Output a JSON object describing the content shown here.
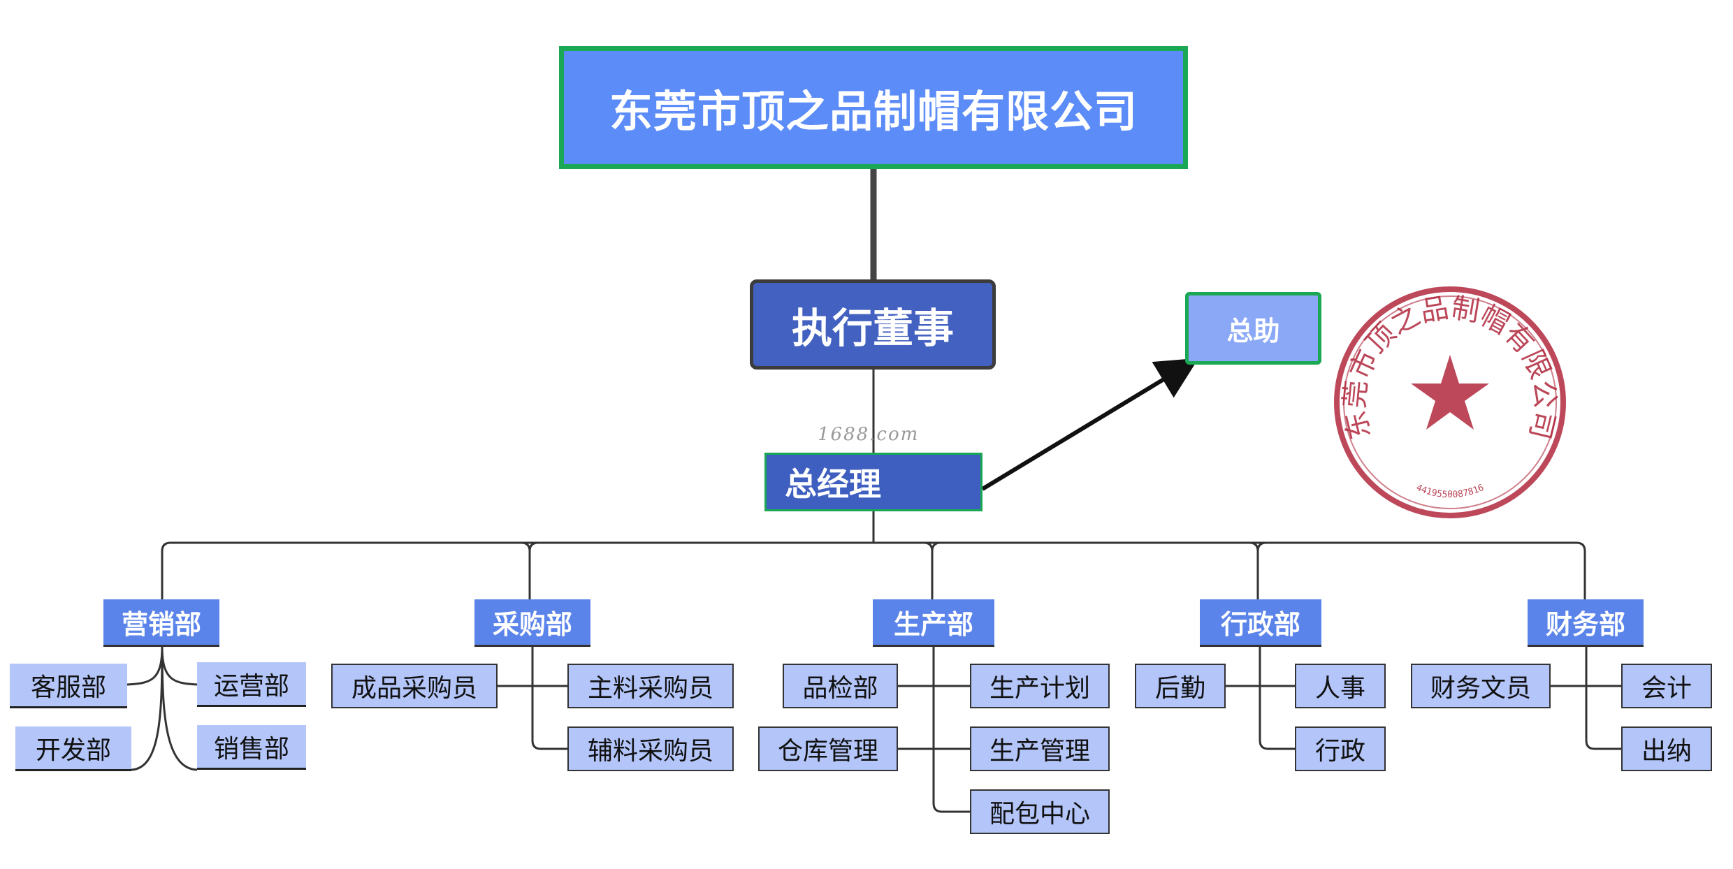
{
  "company": "东莞市顶之品制帽有限公司",
  "executive": "执行董事",
  "assistant": "总助",
  "general_manager": "总经理",
  "watermark": "1688.com",
  "seal": {
    "arc_text": "东莞市顶之品制帽有限公司",
    "number": "4419550087816",
    "color": "#b0283d"
  },
  "departments": {
    "marketing": {
      "name": "营销部",
      "units": [
        "客服部",
        "开发部",
        "运营部",
        "销售部"
      ]
    },
    "purchasing": {
      "name": "采购部",
      "units": [
        "成品采购员",
        "主料采购员",
        "辅料采购员"
      ]
    },
    "production": {
      "name": "生产部",
      "units": [
        "品检部",
        "仓库管理",
        "生产计划",
        "生产管理",
        "配包中心"
      ]
    },
    "admin": {
      "name": "行政部",
      "units": [
        "后勤",
        "人事",
        "行政"
      ]
    },
    "finance": {
      "name": "财务部",
      "units": [
        "财务文员",
        "会计",
        "出纳"
      ]
    }
  },
  "colors": {
    "company_fill": "#5b8cf7",
    "green_border": "#1aa855",
    "dark_blue": "#4361c0",
    "dept_fill": "#5b84ea",
    "unit_fill": "#b3c5f9"
  }
}
